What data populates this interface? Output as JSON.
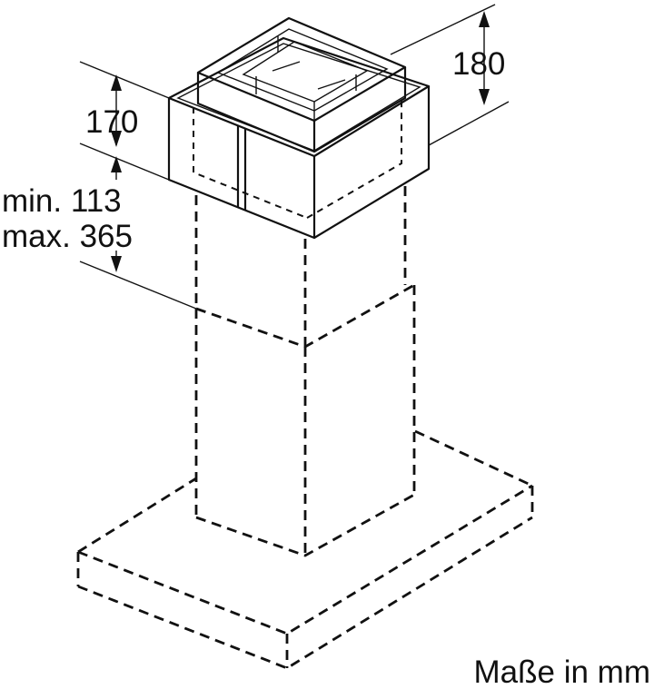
{
  "dimensions": {
    "chimney_top_height": "170",
    "adapter_height": "180",
    "gap_min": "min. 113",
    "gap_max": "max. 365"
  },
  "units_note": "Maße in mm",
  "colors": {
    "ink": "#111111",
    "background": "#ffffff"
  }
}
